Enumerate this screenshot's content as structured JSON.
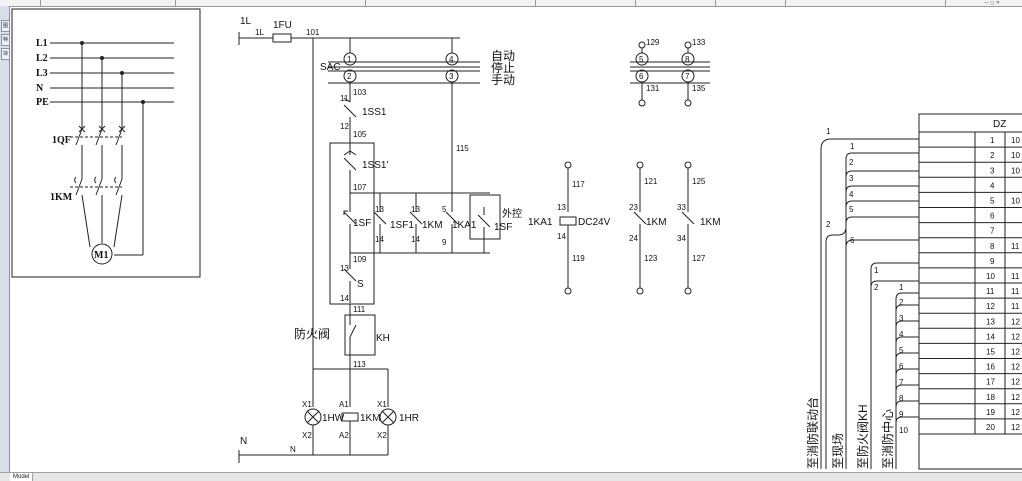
{
  "app": {
    "model_tab": "Model",
    "palette_tabs": [
      "图层",
      "特性",
      "块"
    ],
    "window_controls": "— ◻ ✕"
  },
  "power_circuit": {
    "bus_labels": [
      "L1",
      "L2",
      "L3",
      "N",
      "PE"
    ],
    "breaker": "1QF",
    "contactor": "1KM",
    "motor": "M1"
  },
  "control_circuit": {
    "supply": "1L",
    "fuse": "1FU",
    "fuse_l": "1L",
    "wire_101": "101",
    "selector": "SAC",
    "mode_auto": "自动",
    "mode_stop": "停止",
    "mode_manual": "手动",
    "sac_contacts": [
      "1",
      "2",
      "4",
      "3"
    ],
    "wires": {
      "w103": "103",
      "w105": "105",
      "w107": "107",
      "w109": "109",
      "w111": "111",
      "w113": "113",
      "w115": "115",
      "w117": "117",
      "w119": "119",
      "w121": "121",
      "w123": "123",
      "w125": "125",
      "w127": "127",
      "w129": "129",
      "w131": "131",
      "w133": "133",
      "w135": "135"
    },
    "sac2_contacts": [
      "5",
      "6",
      "8",
      "7"
    ],
    "stop_button": "1SS1",
    "stop_button_remote": "1SS1'",
    "terminals": {
      "t11": "11",
      "t12": "12",
      "t13a": "13",
      "t14a": "14",
      "t13b": "13",
      "t14b": "14",
      "t13c": "13",
      "t14c": "14",
      "t5": "5",
      "t9": "9",
      "t13d": "13",
      "t14d": "14",
      "t23": "23",
      "t24": "24",
      "t33": "33",
      "t34": "34"
    },
    "start_button": "1SF",
    "start_parallel": "1SF1",
    "hold_contact": "1KM",
    "relay_contact": "1KA1",
    "external": "外控",
    "external_button": "1SF",
    "s_switch": "S",
    "fire_valve": "防火阀",
    "kh": "KH",
    "relay_coil": "1KA1",
    "coil_voltage": "DC24V",
    "aux_1km_a": "1KM",
    "aux_1km_b": "1KM",
    "lamp_green": "1HW",
    "coil_km": "1KM",
    "lamp_red": "1HR",
    "x1": "X1",
    "x2": "X2",
    "a1": "A1",
    "a2": "A2",
    "x1b": "X1",
    "x2b": "X2",
    "neutral": "N",
    "neutral_wire": "N"
  },
  "terminal_block": {
    "title": "DZ",
    "rows": [
      "1",
      "2",
      "3",
      "4",
      "5",
      "6",
      "7",
      "8",
      "9",
      "10",
      "11",
      "12",
      "13",
      "14",
      "15",
      "16",
      "17",
      "18",
      "19",
      "20"
    ],
    "right_col": [
      "10",
      "10",
      "10",
      "",
      "10",
      "",
      "",
      "11",
      "",
      "11",
      "11",
      "11",
      "12",
      "12",
      "12",
      "12",
      "12",
      "12",
      "12",
      "12"
    ],
    "cable_labels": {
      "c1": "1",
      "c2": "2",
      "g1": "1",
      "g2": "2",
      "g3": "3",
      "g4": "4",
      "g5": "5",
      "g6": "6",
      "h1": "1",
      "h2": "2",
      "k1": "1",
      "k2": "2",
      "k3": "3",
      "k4": "4",
      "k5": "5",
      "k6": "6",
      "k7": "7",
      "k8": "8",
      "k9": "9",
      "k10": "10"
    },
    "destinations": [
      "至消防联动台",
      "至现场",
      "至防火阀KH",
      "至消防中心"
    ]
  }
}
